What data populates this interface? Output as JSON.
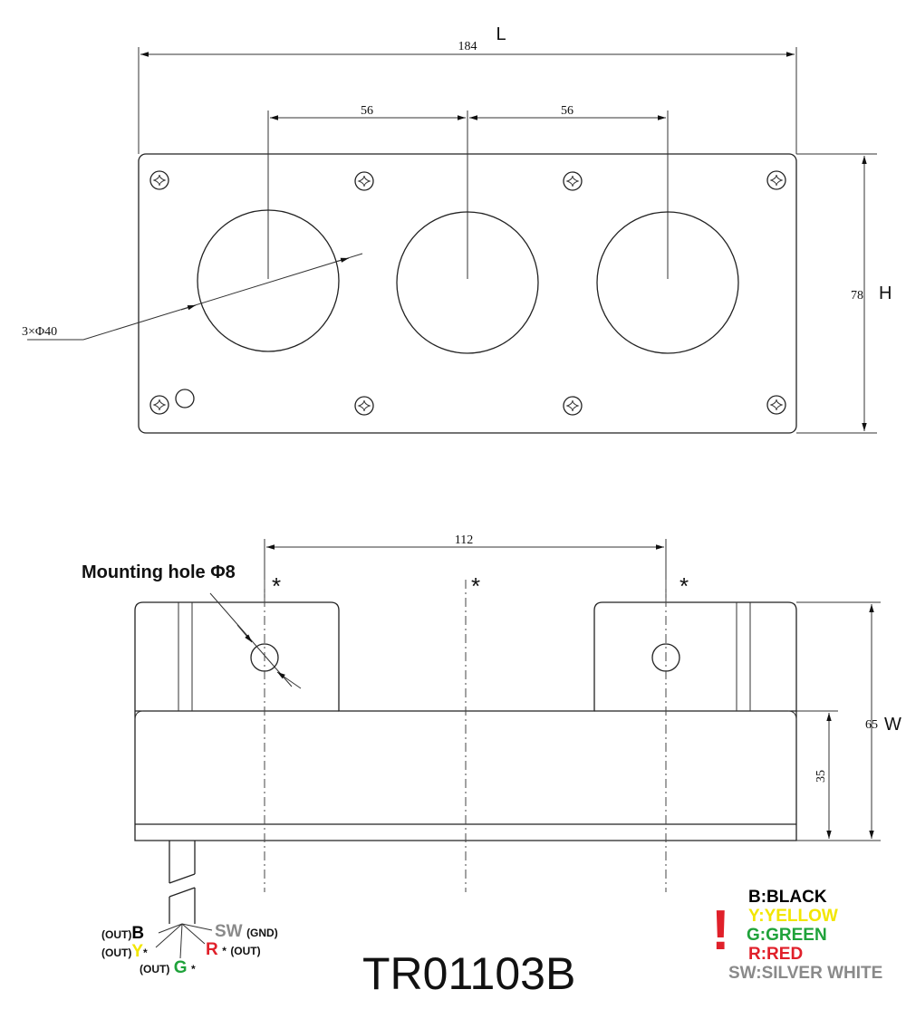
{
  "dimensions": {
    "length_letter": "L",
    "length_value": "184",
    "spacing_left": "56",
    "spacing_right": "56",
    "height_value": "78",
    "height_letter": "H",
    "hole_callout": "3×Φ40",
    "mounting_spacing": "112",
    "width_value": "65",
    "width_letter": "W",
    "step_value": "35"
  },
  "mounting_hole_label": "Mounting hole Φ8",
  "asterisk": "*",
  "model_number": "TR01103B",
  "wires": {
    "out_label": "(OUT)",
    "gnd_label": "(GND)",
    "b": "B",
    "y": "Y",
    "g": "G",
    "r": "R",
    "sw": "SW",
    "star": "*"
  },
  "legend": {
    "warning_mark": "!",
    "items": [
      {
        "text": "B:BLACK",
        "color": "#000000"
      },
      {
        "text": "Y:YELLOW",
        "color": "#f2e600"
      },
      {
        "text": "G:GREEN",
        "color": "#1fa23a"
      },
      {
        "text": "R:RED",
        "color": "#e0202a"
      },
      {
        "text": "SW:SILVER WHITE",
        "color": "#8a8a8a"
      }
    ]
  }
}
